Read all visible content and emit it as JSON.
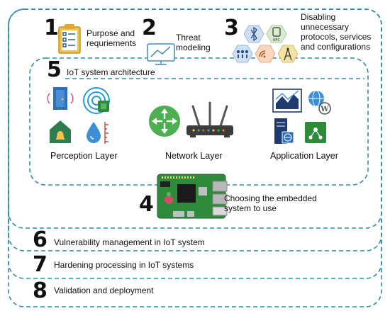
{
  "colors": {
    "dashed_border": "#2c8fa5",
    "hex_blue": "#cfe0f4",
    "hex_green": "#d9ecd0",
    "hex_peach": "#f9d6c0",
    "hex_yellow": "#f3e3a3",
    "pcb_green": "#2f8a3c",
    "router_green": "#4caf50",
    "chart_navy": "#1e3a6e"
  },
  "steps": {
    "s1": {
      "number": "1",
      "label_line1": "Purpose and",
      "label_line2": "requriements",
      "icon": "checklist-icon"
    },
    "s2": {
      "number": "2",
      "label_line1": "Threat",
      "label_line2": "modeling",
      "icon": "monitor-chart-icon"
    },
    "s3": {
      "number": "3",
      "label_line1": "Disabling",
      "label_line2": "unnecessary",
      "label_line3": "protocols, services",
      "label_line4": "and configurations",
      "icons": [
        "bluetooth-icon",
        "nfc-icon",
        "network-people-icon",
        "wifi-icon",
        "cell-tower-icon"
      ],
      "nfc_text": "NFC"
    },
    "s4": {
      "number": "4",
      "label_line1": "Choosing the embedded",
      "label_line2": "system to use",
      "icon": "raspberry-pi-board-icon"
    },
    "s5": {
      "number": "5",
      "label": "IoT system architecture"
    },
    "s6": {
      "number": "6",
      "label": "Vulnerability management in IoT system"
    },
    "s7": {
      "number": "7",
      "label": "Hardening processing in IoT systems"
    },
    "s8": {
      "number": "8",
      "label": "Validation and deployment"
    }
  },
  "layers": {
    "perception": {
      "label": "Perception Layer",
      "icons": [
        "smart-door-icon",
        "rfid-chip-icon",
        "smart-home-alarm-icon",
        "water-level-icon"
      ]
    },
    "network": {
      "label": "Network Layer",
      "icons": [
        "router-icon",
        "wifi-router-icon"
      ]
    },
    "application": {
      "label": "Application Layer",
      "icons": [
        "analytics-chart-icon",
        "wordpress-globe-icon",
        "server-icon",
        "app-network-icon"
      ]
    }
  }
}
